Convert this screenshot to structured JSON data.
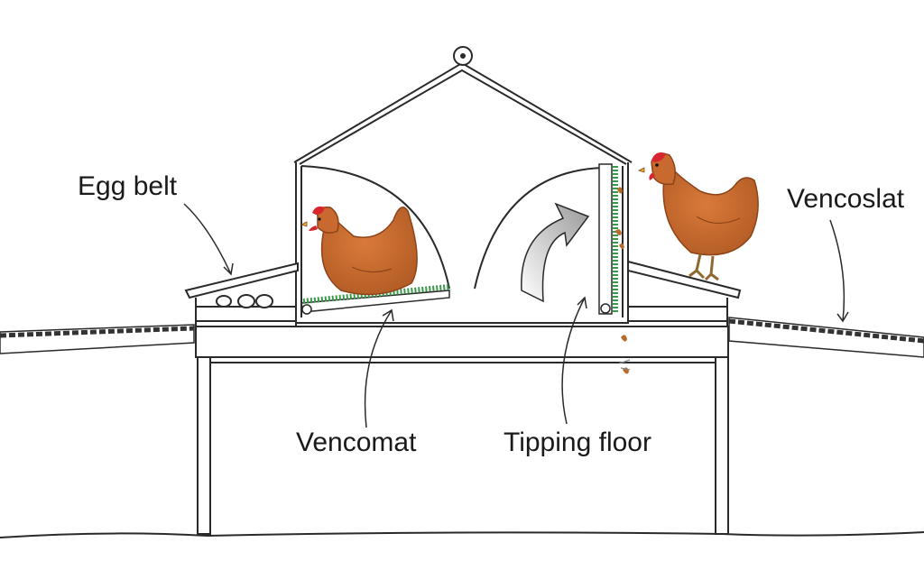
{
  "labels": {
    "egg_belt": "Egg belt",
    "vencoslat": "Vencoslat",
    "vencomat": "Vencomat",
    "tipping_floor": "Tipping floor"
  },
  "colors": {
    "hen": "#c86a30",
    "hen_dark": "#8e4418",
    "comb": "#d8262e",
    "mat_green": "#3a9a4a",
    "line": "#2a2a2a",
    "droppings": "#b86a28"
  }
}
